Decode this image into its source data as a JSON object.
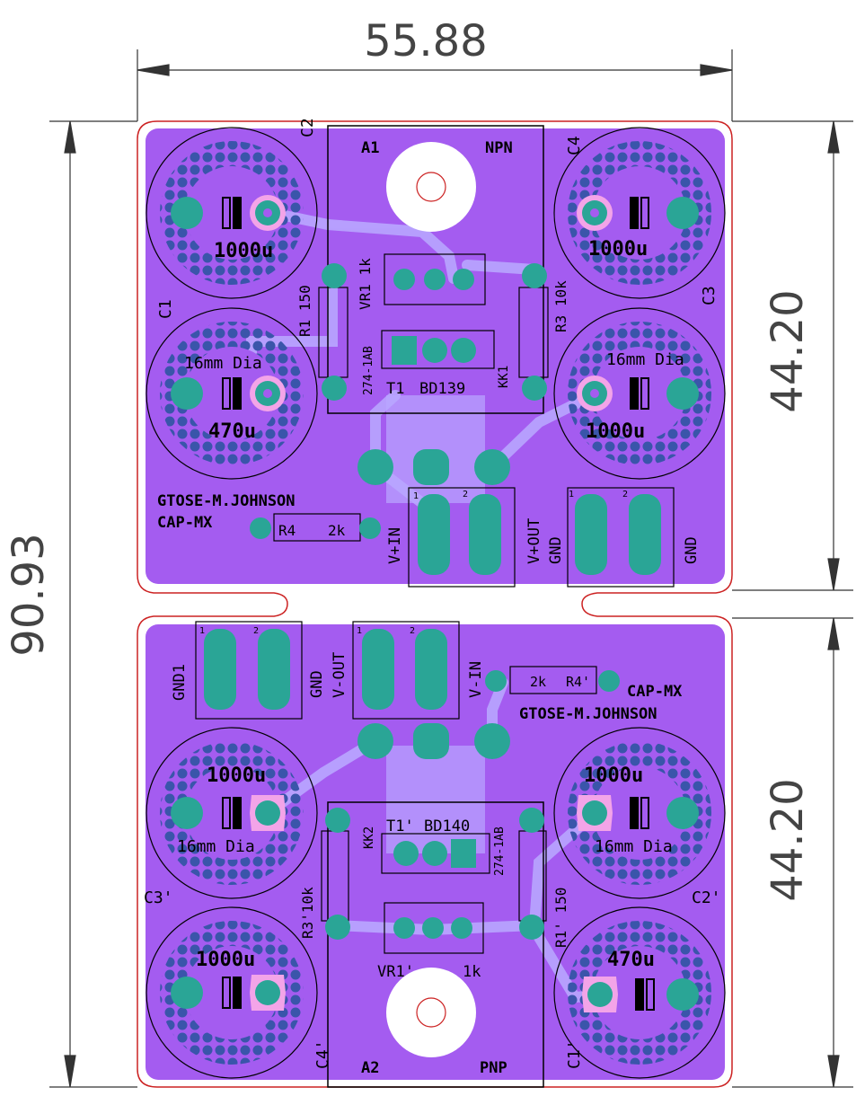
{
  "dimensions": {
    "width_label": "55.88",
    "height_label": "90.93",
    "top_half_label": "44.20",
    "bottom_half_label": "44.20"
  },
  "colors": {
    "board": "#a45cf0",
    "outline": "#cc2222",
    "pad": "#2aa596",
    "via": "#3a55aa",
    "trace": "#b9a6ff",
    "pink": "#f3a4e8",
    "silk": "#000000"
  },
  "top_board": {
    "caps": [
      {
        "ref": "C2",
        "value": "1000u"
      },
      {
        "ref": "C4",
        "value": "1000u"
      },
      {
        "ref": "C1",
        "value": "470u",
        "note": "16mm Dia"
      },
      {
        "ref": "C3",
        "value": "1000u",
        "note": "16mm Dia"
      }
    ],
    "heatsink": {
      "ref": "A1",
      "type": "NPN"
    },
    "resistors": {
      "r1": "R1 150",
      "vr1": "VR1  1k",
      "r3": "R3 10k",
      "r4_ref": "R4",
      "r4_val": "2k"
    },
    "transistor": {
      "ref": "T1",
      "part": "BD139",
      "heatsink_ref": "274-1AB",
      "kk": "KK1"
    },
    "credits": [
      "GTOSE-M.JOHNSON",
      "CAP-MX"
    ],
    "connectors": {
      "pin1": "1",
      "pin2": "2",
      "vin": "V+IN",
      "vout": "V+OUT",
      "gnd_a": "GND",
      "gnd_b": "GND"
    }
  },
  "bottom_board": {
    "caps": [
      {
        "ref": "C3'",
        "value": "1000u",
        "note": "16mm Dia"
      },
      {
        "ref": "C2'",
        "value": "1000u",
        "note": "16mm Dia"
      },
      {
        "ref": "C4'",
        "value": "1000u"
      },
      {
        "ref": "C1'",
        "value": "470u"
      }
    ],
    "heatsink": {
      "ref": "A2",
      "type": "PNP"
    },
    "resistors": {
      "r1": "R1' 150",
      "vr1_ref": "VR1'",
      "vr1_val": "1k",
      "r3": "R3'10k",
      "r4_ref": "R4'",
      "r4_val": "2k"
    },
    "transistor": {
      "ref": "T1'",
      "part": "BD140",
      "heatsink_ref": "274-1AB",
      "kk": "KK2"
    },
    "credits": [
      "CAP-MX",
      "GTOSE-M.JOHNSON"
    ],
    "connectors": {
      "pin1": "1",
      "pin2": "2",
      "gnd1": "GND1",
      "gnd": "GND",
      "vout": "V-OUT",
      "vin": "V-IN"
    }
  }
}
